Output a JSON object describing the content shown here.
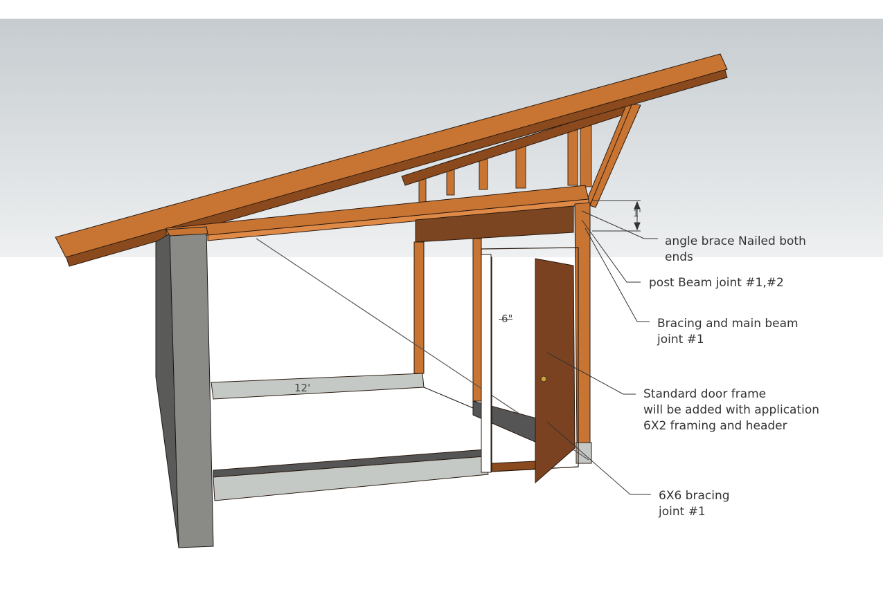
{
  "colors": {
    "sky_top": "#c6ccd0",
    "sky_bottom": "#eef0f1",
    "timber": "#c87432",
    "timber_dark": "#8a4a1d",
    "header": "#7a4520",
    "concrete": "#c5c9c5",
    "post_grey": "#8a8a86",
    "door": "#7a4220"
  },
  "dimensions": {
    "length": "12'",
    "door_gap": "6\"",
    "rise": "1'"
  },
  "annotations": [
    {
      "line1": "angle brace Nailed both",
      "line2": "ends"
    },
    {
      "line1": "post Beam joint #1,#2",
      "line2": ""
    },
    {
      "line1": "Bracing and main beam",
      "line2": "joint #1"
    },
    {
      "line1": "Standard door frame",
      "line2": "will be added with application",
      "line3": "6X2 framing and header"
    },
    {
      "line1": "6X6 bracing",
      "line2": "joint #1"
    }
  ]
}
